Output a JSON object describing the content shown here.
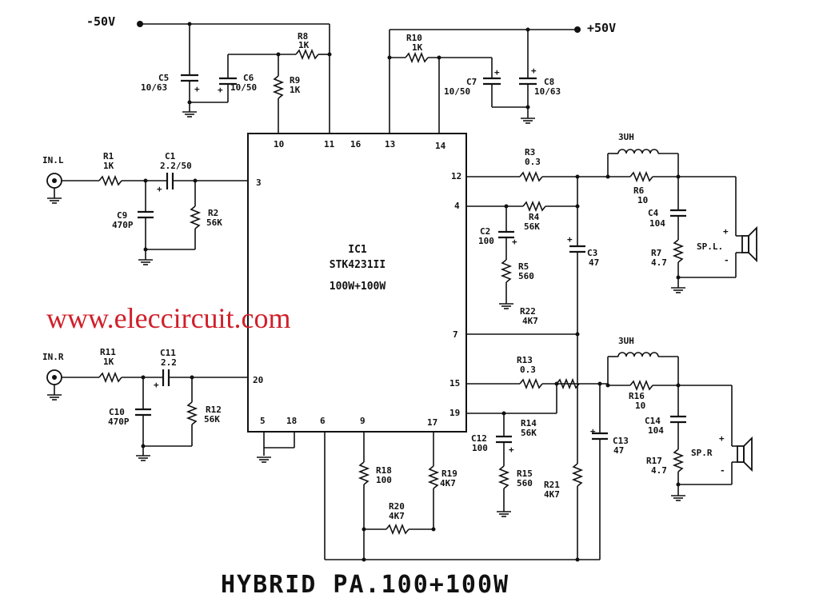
{
  "title": "HYBRID PA.100+100W",
  "watermark": "www.eleccircuit.com",
  "ic": {
    "name": "IC1",
    "part": "STK4231II",
    "power": "100W+100W"
  },
  "rails": {
    "negative": "-50V",
    "positive": "+50V"
  },
  "inputs": {
    "left": "IN.L",
    "right": "IN.R"
  },
  "speakers": {
    "left": "SP.L.",
    "right": "SP.R",
    "plus": "+",
    "minus": "-"
  },
  "pins": {
    "p3": "3",
    "p10": "10",
    "p11": "11",
    "p16": "16",
    "p13": "13",
    "p14": "14",
    "p12": "12",
    "p4": "4",
    "p7": "7",
    "p15": "15",
    "p19": "19",
    "p20": "20",
    "p5": "5",
    "p18": "18",
    "p6": "6",
    "p9": "9",
    "p17": "17"
  },
  "components": {
    "r1": {
      "ref": "R1",
      "value": "1K"
    },
    "c1": {
      "ref": "C1",
      "value": "2.2/50"
    },
    "c9": {
      "ref": "C9",
      "value": "470P"
    },
    "r2": {
      "ref": "R2",
      "value": "56K"
    },
    "c5": {
      "ref": "C5",
      "value": "10/63"
    },
    "c6": {
      "ref": "C6",
      "value": "10/50"
    },
    "r8": {
      "ref": "R8",
      "value": "1K"
    },
    "r9": {
      "ref": "R9",
      "value": "1K"
    },
    "r10": {
      "ref": "R10",
      "value": "1K"
    },
    "c7": {
      "ref": "C7",
      "value": "10/50"
    },
    "c8": {
      "ref": "C8",
      "value": "10/63"
    },
    "r3": {
      "ref": "R3",
      "value": "0.3"
    },
    "r4": {
      "ref": "R4",
      "value": "56K"
    },
    "c2": {
      "ref": "C2",
      "value": "100"
    },
    "r5": {
      "ref": "R5",
      "value": "560"
    },
    "c3": {
      "ref": "C3",
      "value": "47"
    },
    "r22": {
      "ref": "R22",
      "value": "4K7"
    },
    "l1": {
      "value": "3UH"
    },
    "r6": {
      "ref": "R6",
      "value": "10"
    },
    "c4": {
      "ref": "C4",
      "value": "104"
    },
    "r7": {
      "ref": "R7",
      "value": "4.7"
    },
    "r11": {
      "ref": "R11",
      "value": "1K"
    },
    "c11": {
      "ref": "C11",
      "value": "2.2"
    },
    "c10": {
      "ref": "C10",
      "value": "470P"
    },
    "r12": {
      "ref": "R12",
      "value": "56K"
    },
    "r13": {
      "ref": "R13",
      "value": "0.3"
    },
    "r14": {
      "ref": "R14",
      "value": "56K"
    },
    "c12": {
      "ref": "C12",
      "value": "100"
    },
    "r15": {
      "ref": "R15",
      "value": "560"
    },
    "c13": {
      "ref": "C13",
      "value": "47"
    },
    "r18": {
      "ref": "R18",
      "value": "100"
    },
    "r19": {
      "ref": "R19",
      "value": "4K7"
    },
    "r20": {
      "ref": "R20",
      "value": "4K7"
    },
    "r21": {
      "ref": "R21",
      "value": "4K7"
    },
    "l2": {
      "value": "3UH"
    },
    "r16": {
      "ref": "R16",
      "value": "10"
    },
    "c14": {
      "ref": "C14",
      "value": "104"
    },
    "r17": {
      "ref": "R17",
      "value": "4.7"
    }
  }
}
